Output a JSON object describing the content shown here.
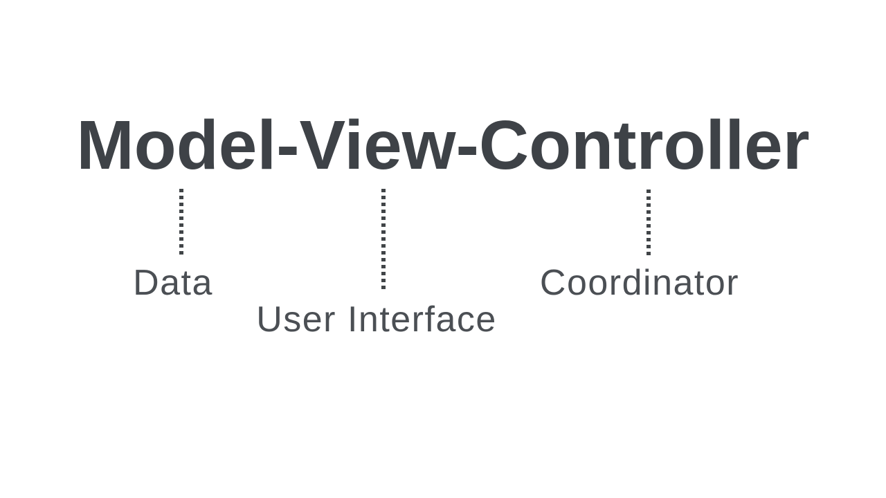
{
  "page": {
    "background": "#ffffff"
  },
  "diagram": {
    "title": "Model-View-Controller",
    "colors": {
      "background": "#ffffff",
      "title": "#3e4247",
      "label": "#4b4f54",
      "connector": "#414548"
    },
    "annotations": [
      {
        "term": "Model",
        "label": "Data"
      },
      {
        "term": "View",
        "label": "User Interface"
      },
      {
        "term": "Controller",
        "label": "Coordinator"
      }
    ]
  }
}
